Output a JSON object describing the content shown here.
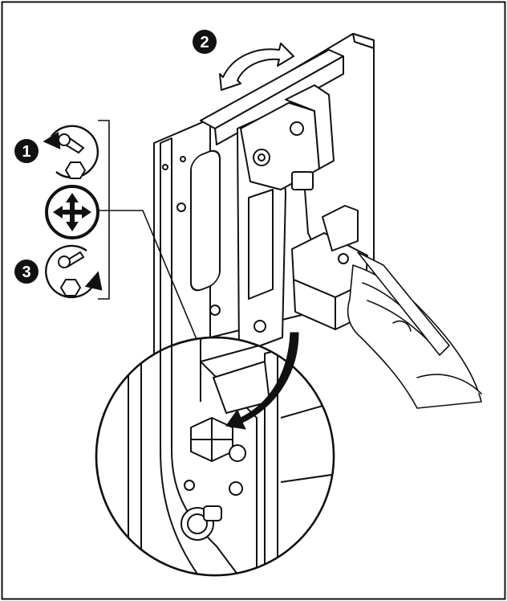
{
  "steps": {
    "step1": "1",
    "step2": "2",
    "step3": "3"
  },
  "icons": {
    "loosen": "wrench-loosen-counterclockwise-icon",
    "adjust": "move-arrows-icon",
    "tighten": "wrench-tighten-clockwise-icon",
    "rotate": "curved-double-arrow-icon",
    "magnify": "magnifier-callout"
  },
  "colors": {
    "ink": "#111111",
    "paper": "#ffffff"
  }
}
